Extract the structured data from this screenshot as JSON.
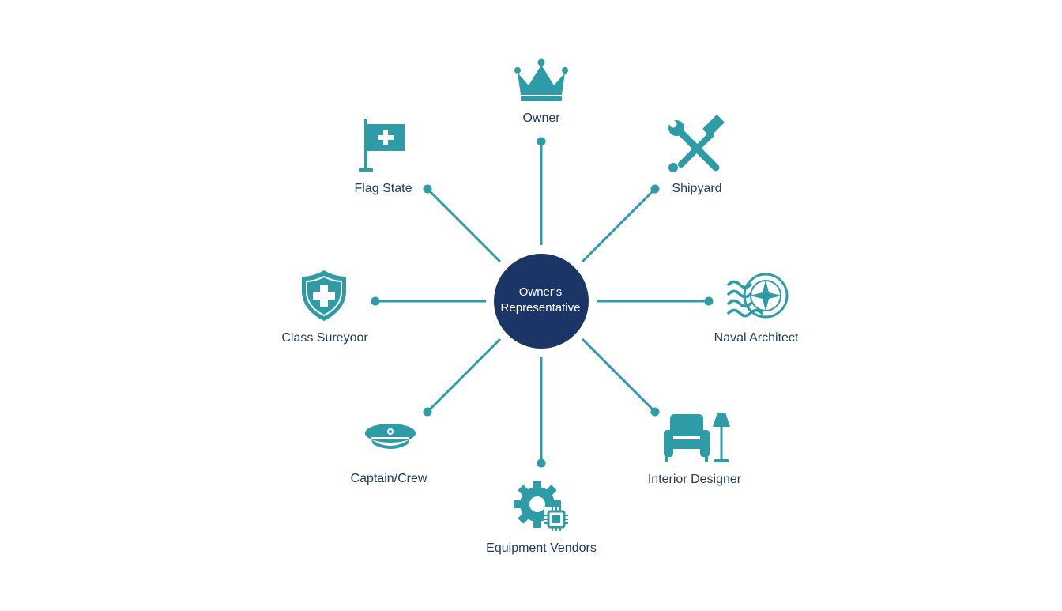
{
  "colors": {
    "teal": "#2e9ca6",
    "navy": "#1b3566",
    "text": "#1f3a5c"
  },
  "center": {
    "line1": "Owner's",
    "line2": "Representative"
  },
  "nodes": [
    {
      "id": "owner",
      "label": "Owner",
      "icon": "crown-icon"
    },
    {
      "id": "shipyard",
      "label": "Shipyard",
      "icon": "wrench-hammer-icon"
    },
    {
      "id": "naval-architect",
      "label": "Naval Architect",
      "icon": "waves-compass-icon"
    },
    {
      "id": "interior-designer",
      "label": "Interior Designer",
      "icon": "armchair-lamp-icon"
    },
    {
      "id": "equipment-vendors",
      "label": "Equipment Vendors",
      "icon": "gear-chip-icon"
    },
    {
      "id": "captain-crew",
      "label": "Captain/Crew",
      "icon": "captain-hat-icon"
    },
    {
      "id": "class-surveyor",
      "label": "Class Sureyoor",
      "icon": "shield-plus-icon"
    },
    {
      "id": "flag-state",
      "label": "Flag State",
      "icon": "flag-icon"
    }
  ]
}
